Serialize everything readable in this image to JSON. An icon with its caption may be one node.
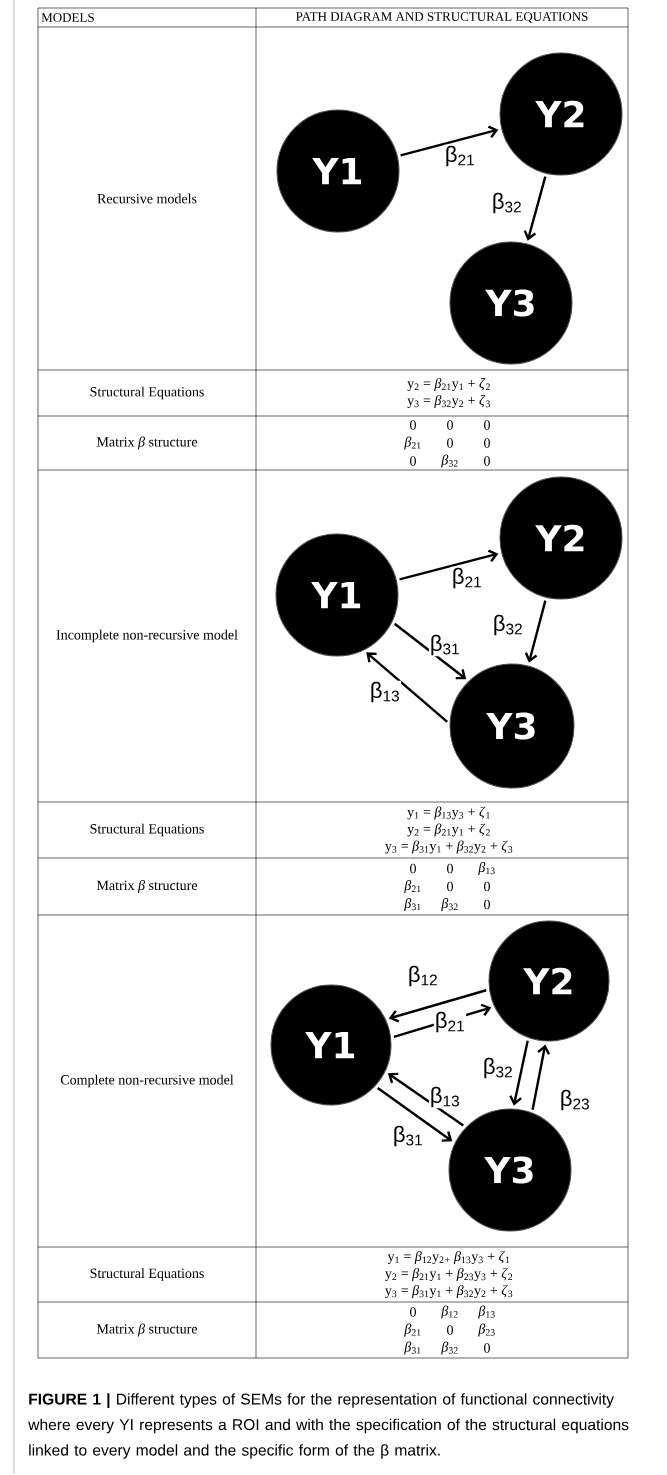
{
  "diagram": {
    "caption": "**FIGURE 1 |** Different types of SEMs for the representation of functional connectivity where every YI represents a ROI and with the specification of the structural equations linked to every model and the specific form of the β matrix.",
    "nodes": [
      {
        "text": [
          "Y1"
        ]
      },
      {
        "text": [
          "Y2"
        ]
      },
      {
        "text": [
          "Y3"
        ]
      },
      {
        "text": [
          "Y1"
        ]
      },
      {
        "text": [
          "Y2"
        ]
      },
      {
        "text": [
          "Y3"
        ]
      },
      {
        "text": [
          "Y1"
        ]
      },
      {
        "text": [
          "Y2"
        ]
      },
      {
        "text": [
          "Y3"
        ]
      }
    ],
    "edges": [
      {
        "from": 0,
        "to": 1,
        "arrow": "to",
        "label": "β$_{21}$"
      },
      {
        "from": 1,
        "to": 2,
        "arrow": "to",
        "label": "β$_{32}$"
      },
      {
        "from": 3,
        "to": 4,
        "arrow": "to",
        "label": "β$_{21}$"
      },
      {
        "from": 4,
        "to": 5,
        "arrow": "to",
        "label": "β$_{32}$"
      },
      {
        "from": 3,
        "to": 5,
        "arrow": "to",
        "label": "β$_{31}$"
      },
      {
        "from": 5,
        "to": 3,
        "arrow": "to",
        "label": "β$_{13}$"
      },
      {
        "from": 7,
        "to": 6,
        "arrow": "to",
        "label": "β$_{12}$"
      },
      {
        "from": 6,
        "to": 7,
        "arrow": "to",
        "label": "β$_{21}$"
      },
      {
        "from": 7,
        "to": 8,
        "arrow": "to",
        "label": "β$_{32}$"
      },
      {
        "from": 8,
        "to": 7,
        "arrow": "to",
        "label": "β$_{23}$"
      },
      {
        "from": 6,
        "to": 8,
        "arrow": "to",
        "label": "β$_{31}$"
      },
      {
        "from": 8,
        "to": 6,
        "arrow": "to",
        "label": "β$_{13}$"
      }
    ],
    "labels": [
      "MODELS",
      "PATH DIAGRAM AND STRUCTURAL EQUATIONS",
      "Recursive models",
      "Structural Equations",
      "y$_{2}$ = *β*$_{21}$y$_{1}$ + *ζ*$_{2}$",
      "y$_{3}$ = *β*$_{32}$y$_{2}$ + *ζ*$_{3}$",
      "Matrix *β* structure",
      "0",
      "0",
      "0",
      "*β*$_{21}$",
      "0",
      "0",
      "0",
      "*β*$_{32}$",
      "0",
      "Incomplete non-recursive model",
      "Structural Equations",
      "y$_{1}$ = *β*$_{13}$y$_{3}$ + *ζ*$_{1}$",
      "y$_{2}$ = *β*$_{21}$y$_{1}$ + *ζ*$_{2}$",
      "y$_{3}$ = *β*$_{31}$y$_{1}$ + *β*$_{32}$y$_{2}$ + *ζ*$_{3}$",
      "Matrix *β* structure",
      "0",
      "0",
      "*β*$_{13}$",
      "*β*$_{21}$",
      "0",
      "0",
      "*β*$_{31}$",
      "*β*$_{32}$",
      "0",
      "Complete non-recursive model",
      "Structural Equations",
      "y$_{1}$ = *β*$_{12}$y$_{2}$$_{+}$ *β*$_{13}$y$_{3}$ + *ζ*$_{1}$",
      "y$_{2}$ = *β*$_{21}$y$_{1}$ + *β*$_{23}$y$_{3}$ + *ζ*$_{2}$",
      "y$_{3}$ = *β*$_{31}$y$_{1}$ + *β*$_{32}$y$_{2}$ + *ζ*$_{3}$",
      "Matrix *β* structure",
      "0",
      "*β*$_{12}$",
      "*β*$_{13}$",
      "*β*$_{21}$",
      "0",
      "*β*$_{23}$",
      "*β*$_{31}$",
      "*β*$_{32}$",
      "0"
    ]
  }
}
